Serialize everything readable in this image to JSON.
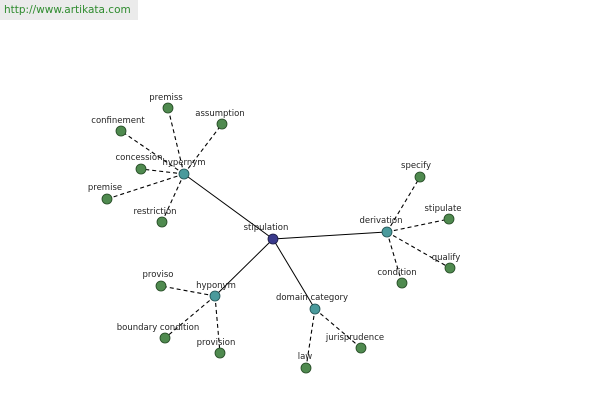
{
  "header": {
    "url": "http://www.artikata.com"
  },
  "graph": {
    "root": "stipulation",
    "hubs": [
      "hypernym",
      "derivation",
      "hyponym",
      "domain category"
    ],
    "leaves": {
      "hypernym": [
        "premiss",
        "assumption",
        "confinement",
        "concession",
        "premise",
        "restriction"
      ],
      "derivation": [
        "specify",
        "stipulate",
        "qualify",
        "condition"
      ],
      "hyponym": [
        "proviso",
        "boundary condition",
        "provision"
      ],
      "domain category": [
        "jurisprudence",
        "law"
      ]
    },
    "colors": {
      "root": "#3a3a8c",
      "hub": "#4a9a9c",
      "leaf": "#4f8a4f",
      "url": "#2e8b2e"
    }
  }
}
